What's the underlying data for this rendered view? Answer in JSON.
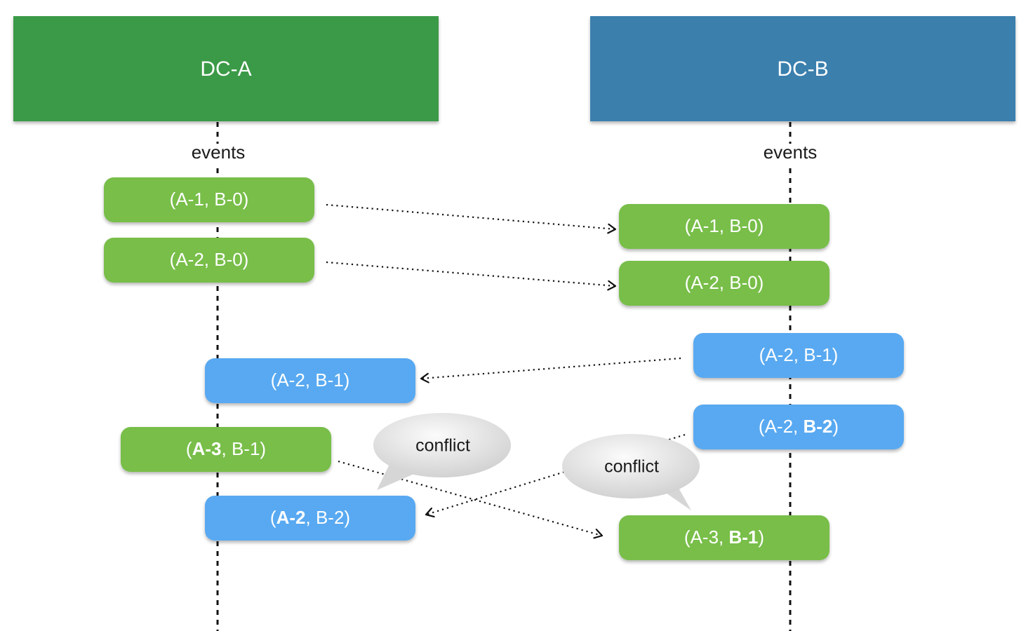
{
  "datacenters": [
    {
      "id": "a",
      "title": "DC-A",
      "color": "#3a9a47",
      "events_label": "events"
    },
    {
      "id": "b",
      "title": "DC-B",
      "color": "#3a7fad",
      "events_label": "events"
    }
  ],
  "event_colors": {
    "origin_a": "#78be4a",
    "origin_b": "#58a9f1"
  },
  "events": {
    "a1": {
      "segments": [
        {
          "text": "(A-1, B-0)",
          "bold": false
        }
      ],
      "origin": "origin_a"
    },
    "a2": {
      "segments": [
        {
          "text": "(A-2, B-0)",
          "bold": false
        }
      ],
      "origin": "origin_a"
    },
    "a3": {
      "segments": [
        {
          "text": "(A-2, B-1)",
          "bold": false
        }
      ],
      "origin": "origin_b"
    },
    "a4": {
      "segments": [
        {
          "text": "(",
          "bold": false
        },
        {
          "text": "A-3",
          "bold": true
        },
        {
          "text": ", B-1)",
          "bold": false
        }
      ],
      "origin": "origin_a"
    },
    "a5": {
      "segments": [
        {
          "text": "(",
          "bold": false
        },
        {
          "text": "A-2",
          "bold": true
        },
        {
          "text": ", B-2)",
          "bold": false
        }
      ],
      "origin": "origin_b"
    },
    "b1": {
      "segments": [
        {
          "text": "(A-1, B-0)",
          "bold": false
        }
      ],
      "origin": "origin_a"
    },
    "b2": {
      "segments": [
        {
          "text": "(A-2, B-0)",
          "bold": false
        }
      ],
      "origin": "origin_a"
    },
    "b3": {
      "segments": [
        {
          "text": "(A-2, B-1)",
          "bold": false
        }
      ],
      "origin": "origin_b"
    },
    "b4": {
      "segments": [
        {
          "text": "(A-2, ",
          "bold": false
        },
        {
          "text": "B-2",
          "bold": true
        },
        {
          "text": ")",
          "bold": false
        }
      ],
      "origin": "origin_b"
    },
    "b5": {
      "segments": [
        {
          "text": "(A-3, ",
          "bold": false
        },
        {
          "text": "B-1",
          "bold": true
        },
        {
          "text": ")",
          "bold": false
        }
      ],
      "origin": "origin_a"
    }
  },
  "replications": [
    {
      "from": "a1",
      "to": "b1"
    },
    {
      "from": "a2",
      "to": "b2"
    },
    {
      "from": "b3",
      "to": "a3"
    },
    {
      "from": "a4",
      "to": "b5"
    },
    {
      "from": "b4",
      "to": "a5"
    }
  ],
  "conflicts": [
    {
      "id": "left",
      "text": "conflict"
    },
    {
      "id": "right",
      "text": "conflict"
    }
  ]
}
